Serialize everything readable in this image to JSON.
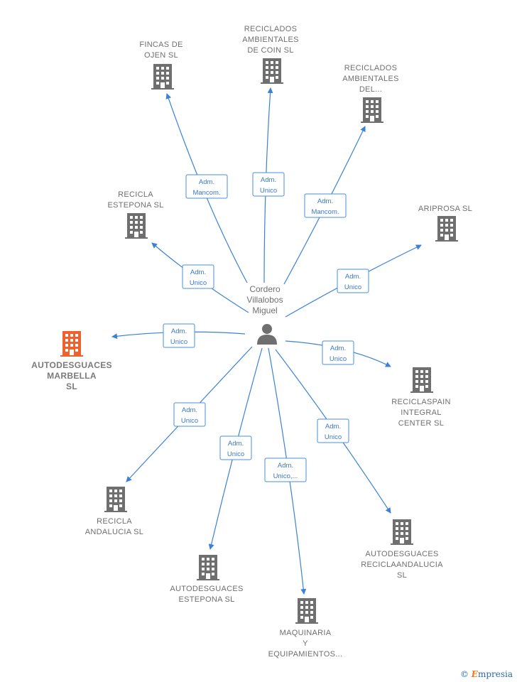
{
  "center": {
    "name_lines": [
      "Cordero",
      "Villalobos",
      "Miguel"
    ],
    "icon": "person-icon"
  },
  "companies": [
    {
      "id": "fincas-de-ojen",
      "lines": [
        "FINCAS DE",
        "OJEN SL"
      ],
      "role": [
        "Adm.",
        "Mancom."
      ],
      "highlight": false
    },
    {
      "id": "reciclados-coin",
      "lines": [
        "RECICLADOS",
        "AMBIENTALES",
        "DE COIN SL"
      ],
      "role": [
        "Adm.",
        "Unico"
      ],
      "highlight": false
    },
    {
      "id": "reciclados-del",
      "lines": [
        "RECICLADOS",
        "AMBIENTALES",
        "DEL..."
      ],
      "role": [
        "Adm.",
        "Mancom."
      ],
      "highlight": false
    },
    {
      "id": "recicla-estepona",
      "lines": [
        "RECICLA",
        "ESTEPONA  SL"
      ],
      "role": [
        "Adm.",
        "Unico"
      ],
      "highlight": false
    },
    {
      "id": "ariprosa",
      "lines": [
        "ARIPROSA SL"
      ],
      "role": [
        "Adm.",
        "Unico"
      ],
      "highlight": false
    },
    {
      "id": "autodesguaces-marbella",
      "lines": [
        "AUTODESGUACES",
        "MARBELLA",
        "SL"
      ],
      "role": [
        "Adm.",
        "Unico"
      ],
      "highlight": true
    },
    {
      "id": "reciclaspain",
      "lines": [
        "RECICLASPAIN",
        "INTEGRAL",
        "CENTER  SL"
      ],
      "role": [
        "Adm.",
        "Unico"
      ],
      "highlight": false
    },
    {
      "id": "recicla-andalucia",
      "lines": [
        "RECICLA",
        "ANDALUCIA  SL"
      ],
      "role": [
        "Adm.",
        "Unico"
      ],
      "highlight": false
    },
    {
      "id": "autodesguaces-estepona",
      "lines": [
        "AUTODESGUACES",
        "ESTEPONA  SL"
      ],
      "role": [
        "Adm.",
        "Unico"
      ],
      "highlight": false
    },
    {
      "id": "maquinaria",
      "lines": [
        "MAQUINARIA",
        "Y",
        "EQUIPAMIENTOS..."
      ],
      "role": [
        "Adm.",
        "Unico,..."
      ],
      "highlight": false
    },
    {
      "id": "reciclaandalucia",
      "lines": [
        "AUTODESGUACES",
        "RECICLAANDALUCIA",
        "SL"
      ],
      "role": [
        "Adm.",
        "Unico"
      ],
      "highlight": false
    }
  ],
  "colors": {
    "edge": "#3b82d6",
    "building": "#6f6f6f",
    "building_highlight": "#f0622d",
    "person": "#6f6f6f"
  },
  "watermark": {
    "symbol": "©",
    "brand_initial": "E",
    "brand_rest": "mpresia"
  }
}
